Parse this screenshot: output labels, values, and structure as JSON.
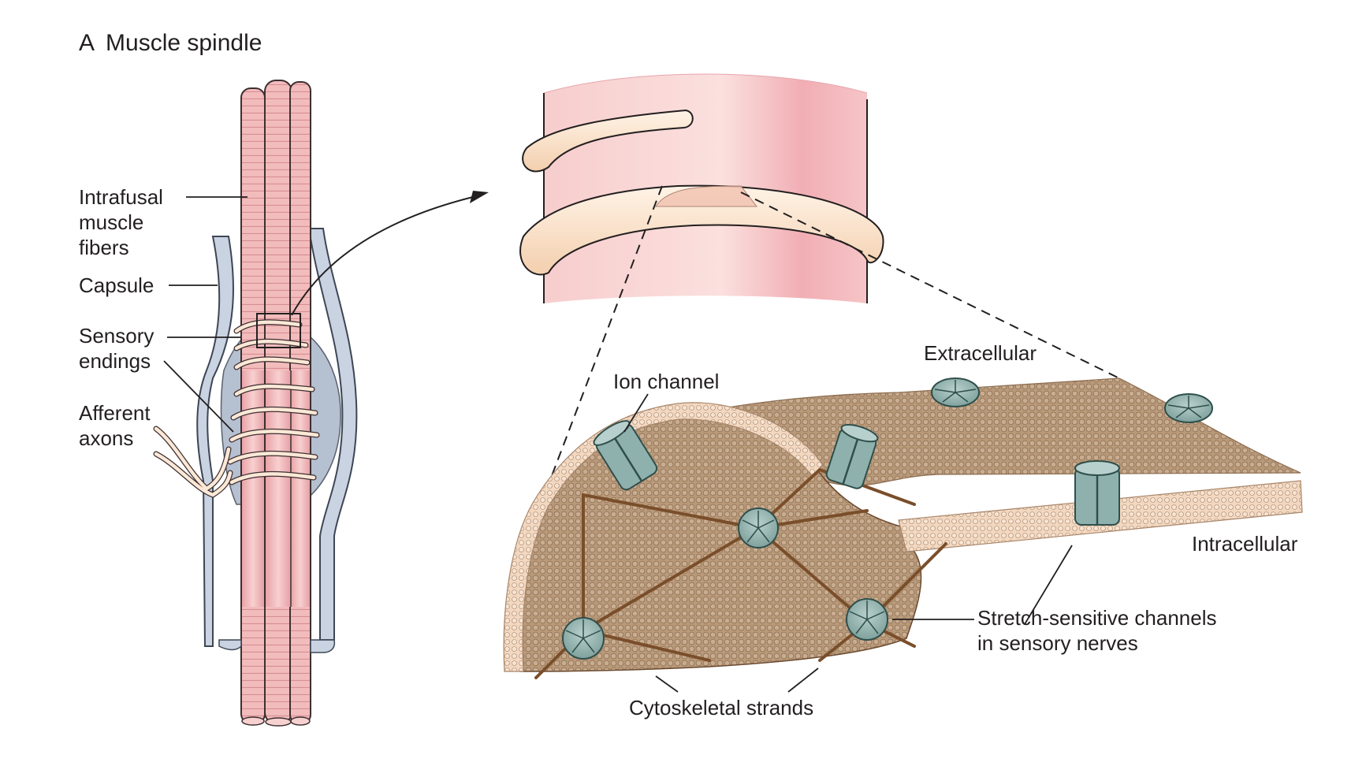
{
  "figure": {
    "panel_letter": "A",
    "panel_title": "Muscle spindle"
  },
  "labels": {
    "intrafusal": "Intrafusal\nmuscle\nfibers",
    "capsule": "Capsule",
    "sensory_endings": "Sensory\nendings",
    "afferent_axons": "Afferent\naxons",
    "ion_channel": "Ion channel",
    "extracellular": "Extracellular",
    "intracellular": "Intracellular",
    "stretch_channels": "Stretch-sensitive channels\nin sensory nerves",
    "cytoskeletal": "Cytoskeletal strands"
  },
  "colors": {
    "fiber_pink": "#f2b5b5",
    "fiber_stripe": "#d98e93",
    "capsule_blue": "#c9d3e2",
    "capsule_edge": "#4b5563",
    "nerve_cream": "#fbe4cf",
    "membrane_head": "#c4a686",
    "membrane_tail": "#f4d9c3",
    "interior_brown": "#b49474",
    "channel_teal": "#8fb1ae",
    "strand_brown": "#7a4e2a",
    "ink": "#231f20"
  }
}
